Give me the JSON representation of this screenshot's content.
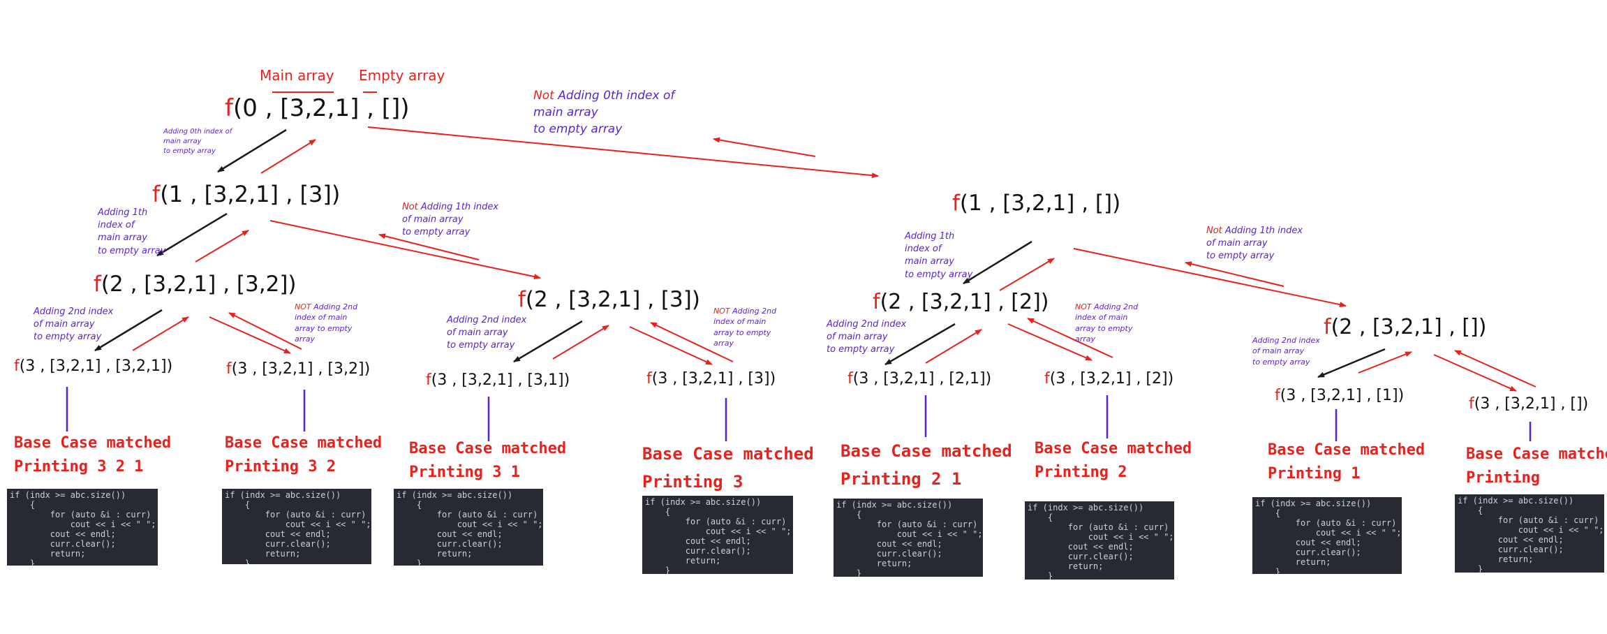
{
  "header": {
    "main_array": "Main array",
    "empty_array": "Empty array"
  },
  "colors": {
    "call_fn": "#e8211c",
    "note": "#5a1fd6",
    "negation": "#e8211c",
    "include_arrow": "#1a1a1a",
    "return_arrow": "#e8211c",
    "code_bg": "#272a33"
  },
  "nodes": {
    "root": {
      "fn": "f",
      "args": "(0 , [3,2,1] , [])"
    },
    "n1_inc": {
      "fn": "f",
      "args": "(1 , [3,2,1] , [3])"
    },
    "n1_exc": {
      "fn": "f",
      "args": "(1 , [3,2,1] , [])"
    },
    "n2_a": {
      "fn": "f",
      "args": "(2 , [3,2,1] , [3,2])"
    },
    "n2_b": {
      "fn": "f",
      "args": "(2 , [3,2,1] , [3])"
    },
    "n2_c": {
      "fn": "f",
      "args": "(2 , [3,2,1] , [2])"
    },
    "n2_d": {
      "fn": "f",
      "args": "(2 , [3,2,1] , [])"
    },
    "leaf1": {
      "fn": "f",
      "args": "(3 , [3,2,1] , [3,2,1])"
    },
    "leaf2": {
      "fn": "f",
      "args": "(3 , [3,2,1] , [3,2])"
    },
    "leaf3": {
      "fn": "f",
      "args": "(3 , [3,2,1] , [3,1])"
    },
    "leaf4": {
      "fn": "f",
      "args": "(3 , [3,2,1] , [3])"
    },
    "leaf5": {
      "fn": "f",
      "args": "(3 , [3,2,1] , [2,1])"
    },
    "leaf6": {
      "fn": "f",
      "args": "(3 , [3,2,1] , [2])"
    },
    "leaf7": {
      "fn": "f",
      "args": "(3 , [3,2,1] , [1])"
    },
    "leaf8": {
      "fn": "f",
      "args": "(3 , [3,2,1] , [])"
    }
  },
  "notes": {
    "root_inc": {
      "lines": [
        "Adding  0th index of",
        "main array",
        "to empty array"
      ]
    },
    "root_exc": {
      "neg": "Not",
      "lines": [
        " Adding  0th index of",
        "main array",
        "to empty array"
      ]
    },
    "l_inc1": {
      "lines": [
        "Adding  1th",
        " index of",
        "main array",
        "to empty array"
      ]
    },
    "l_exc1": {
      "neg": "Not",
      "lines": [
        " Adding  1th index",
        "of main array",
        "to empty array"
      ]
    },
    "r_inc1": {
      "lines": [
        "Adding  1th",
        " index of",
        "main array",
        "to empty array"
      ]
    },
    "r_exc1": {
      "neg": "Not",
      "lines": [
        " Adding  1th index",
        "of main array",
        "to empty array"
      ]
    },
    "a_inc2": {
      "lines": [
        "Adding  2nd index",
        "of main array",
        "to empty array"
      ]
    },
    "a_exc2": {
      "neg": "NOT",
      "lines": [
        " Adding  2nd",
        "index of main",
        "array to empty",
        "array"
      ]
    },
    "b_inc2": {
      "lines": [
        "Adding  2nd index",
        "of main array",
        "to empty array"
      ]
    },
    "b_exc2": {
      "neg": "NOT",
      "lines": [
        " Adding  2nd",
        "index of main",
        "array to empty",
        "array"
      ]
    },
    "c_inc2": {
      "lines": [
        "Adding  2nd index",
        "of main array",
        "to empty array"
      ]
    },
    "c_exc2": {
      "neg": "NOT",
      "lines": [
        " Adding  2nd",
        "index of main",
        "array to empty",
        "array"
      ]
    },
    "d_inc2": {
      "lines": [
        "Adding  2nd index",
        "of main array",
        "to empty array"
      ]
    }
  },
  "base_cases": [
    {
      "title": "Base Case matched",
      "print": "Printing 3 2 1"
    },
    {
      "title": "Base Case matched",
      "print": "Printing 3 2"
    },
    {
      "title": "Base Case matched",
      "print": "Printing 3 1"
    },
    {
      "title": "Base Case matched",
      "print": "Printing 3"
    },
    {
      "title": "Base Case matched",
      "print": "Printing 2 1"
    },
    {
      "title": "Base Case matched",
      "print": "Printing 2"
    },
    {
      "title": "Base Case matched",
      "print": "Printing 1"
    },
    {
      "title": "Base Case matched",
      "print": "Printing"
    }
  ],
  "code_snippet": [
    "if (indx >= abc.size())",
    "    {",
    "        for (auto &i : curr)",
    "            cout << i << \" \";",
    "        cout << endl;",
    "        curr.clear();",
    "        return;",
    "    }"
  ]
}
